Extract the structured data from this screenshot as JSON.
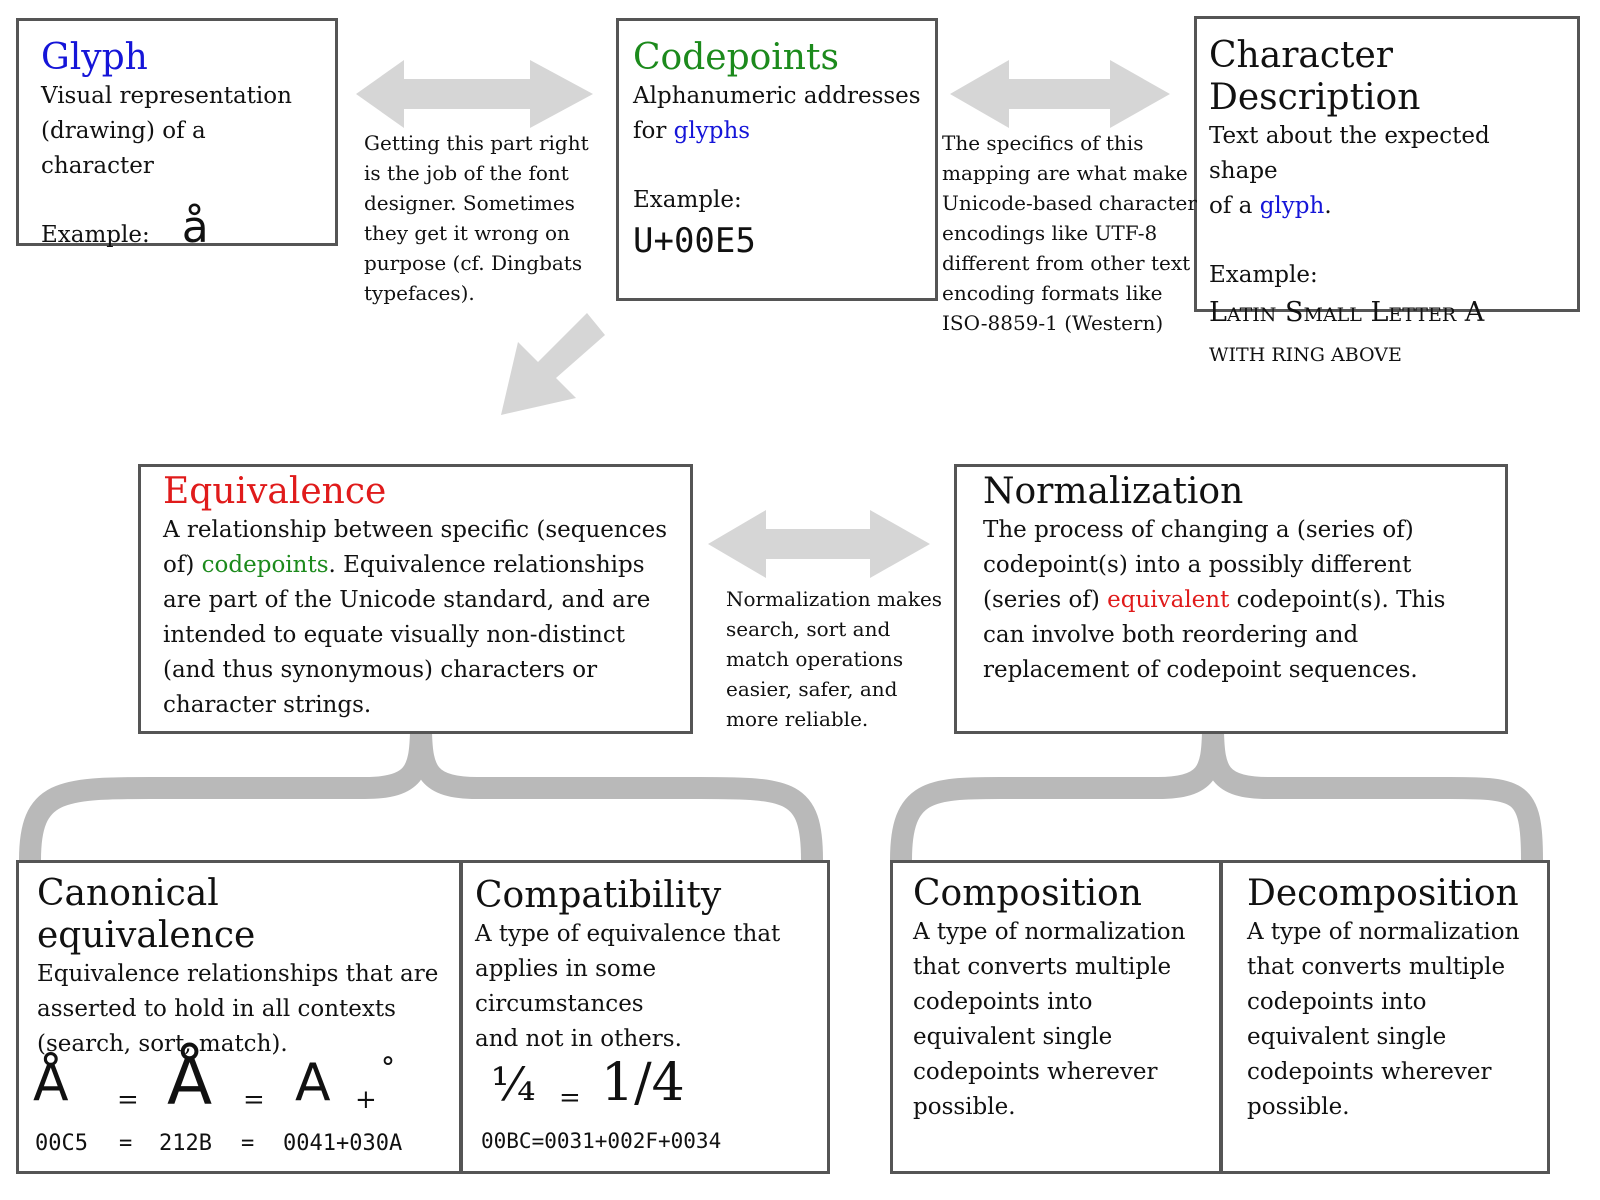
{
  "glyph": {
    "title": "Glyph",
    "line1": "Visual representation",
    "line2": "(drawing) of a character",
    "example_label": "Example:",
    "example_value": "å"
  },
  "codepoints": {
    "title": "Codepoints",
    "line1": "Alphanumeric addresses",
    "line2_prefix": "for ",
    "line2_link": "glyphs",
    "example_label": "Example:",
    "example_value": "U+00E5"
  },
  "character_description": {
    "title": "Character Description",
    "line1": "Text about the expected shape",
    "line2_prefix": "of a ",
    "line2_link": "glyph",
    "line2_suffix": ".",
    "example_label": "Example:",
    "example_line1": "Latin Small Letter A",
    "example_line2": "with ring above"
  },
  "notes": {
    "font_designer": [
      "Getting this part right",
      "is the job of the font",
      "designer.  Sometimes",
      "they get it wrong on",
      "purpose (cf. Dingbats",
      "typefaces)."
    ],
    "mapping": [
      "The specifics of this",
      "mapping are what make",
      "Unicode-based character",
      "encodings like UTF-8",
      "different from other text",
      "encoding formats like",
      "ISO-8859-1 (Western)"
    ],
    "normalization": [
      "Normalization makes",
      "search, sort and",
      "match operations",
      "easier, safer, and",
      "more reliable."
    ]
  },
  "equivalence": {
    "title": "Equivalence",
    "l1": "A relationship between specific (sequences",
    "l2_prefix": "of) ",
    "l2_link": "codepoints",
    "l2_suffix": ". Equivalence relationships",
    "l3": "are part of the Unicode standard, and are",
    "l4": "intended to equate visually non-distinct",
    "l5": "(and thus synonymous) characters or",
    "l6": "character strings."
  },
  "normalization": {
    "title": "Normalization",
    "l1": "The process of changing a (series of)",
    "l2": "codepoint(s) into a possibly different",
    "l3_prefix": "(series of) ",
    "l3_link": "equivalent",
    "l3_suffix": " codepoint(s).  This",
    "l4": "can involve both reordering and",
    "l5": "replacement of codepoint sequences."
  },
  "canonical": {
    "title": "Canonical equivalence",
    "l1": "Equivalence relationships that are",
    "l2": "asserted to hold in all contexts",
    "l3": "(search, sort, match).",
    "g1": "Å",
    "g2": "Å",
    "g3": "A",
    "plus": "+",
    "ring": "°",
    "eq": "=",
    "c1": "00C5",
    "c2": "212B",
    "c3": "0041+030A"
  },
  "compatibility": {
    "title": "Compatibility",
    "l1": "A type of equivalence that",
    "l2": "applies in some circumstances",
    "l3": "and not in others.",
    "g1": "¼",
    "eq": "=",
    "g2": "1/4",
    "codes": "00BC=0031+002F+0034"
  },
  "composition": {
    "title": "Composition",
    "l1": "A type of normalization",
    "l2": "that converts multiple",
    "l3": "codepoints into",
    "l4": "equivalent single",
    "l5": "codepoints wherever",
    "l6": "possible."
  },
  "decomposition": {
    "title": "Decomposition",
    "l1": "A type of normalization",
    "l2": "that converts multiple",
    "l3": "codepoints into",
    "l4": "equivalent single",
    "l5": "codepoints wherever",
    "l6": "possible."
  }
}
